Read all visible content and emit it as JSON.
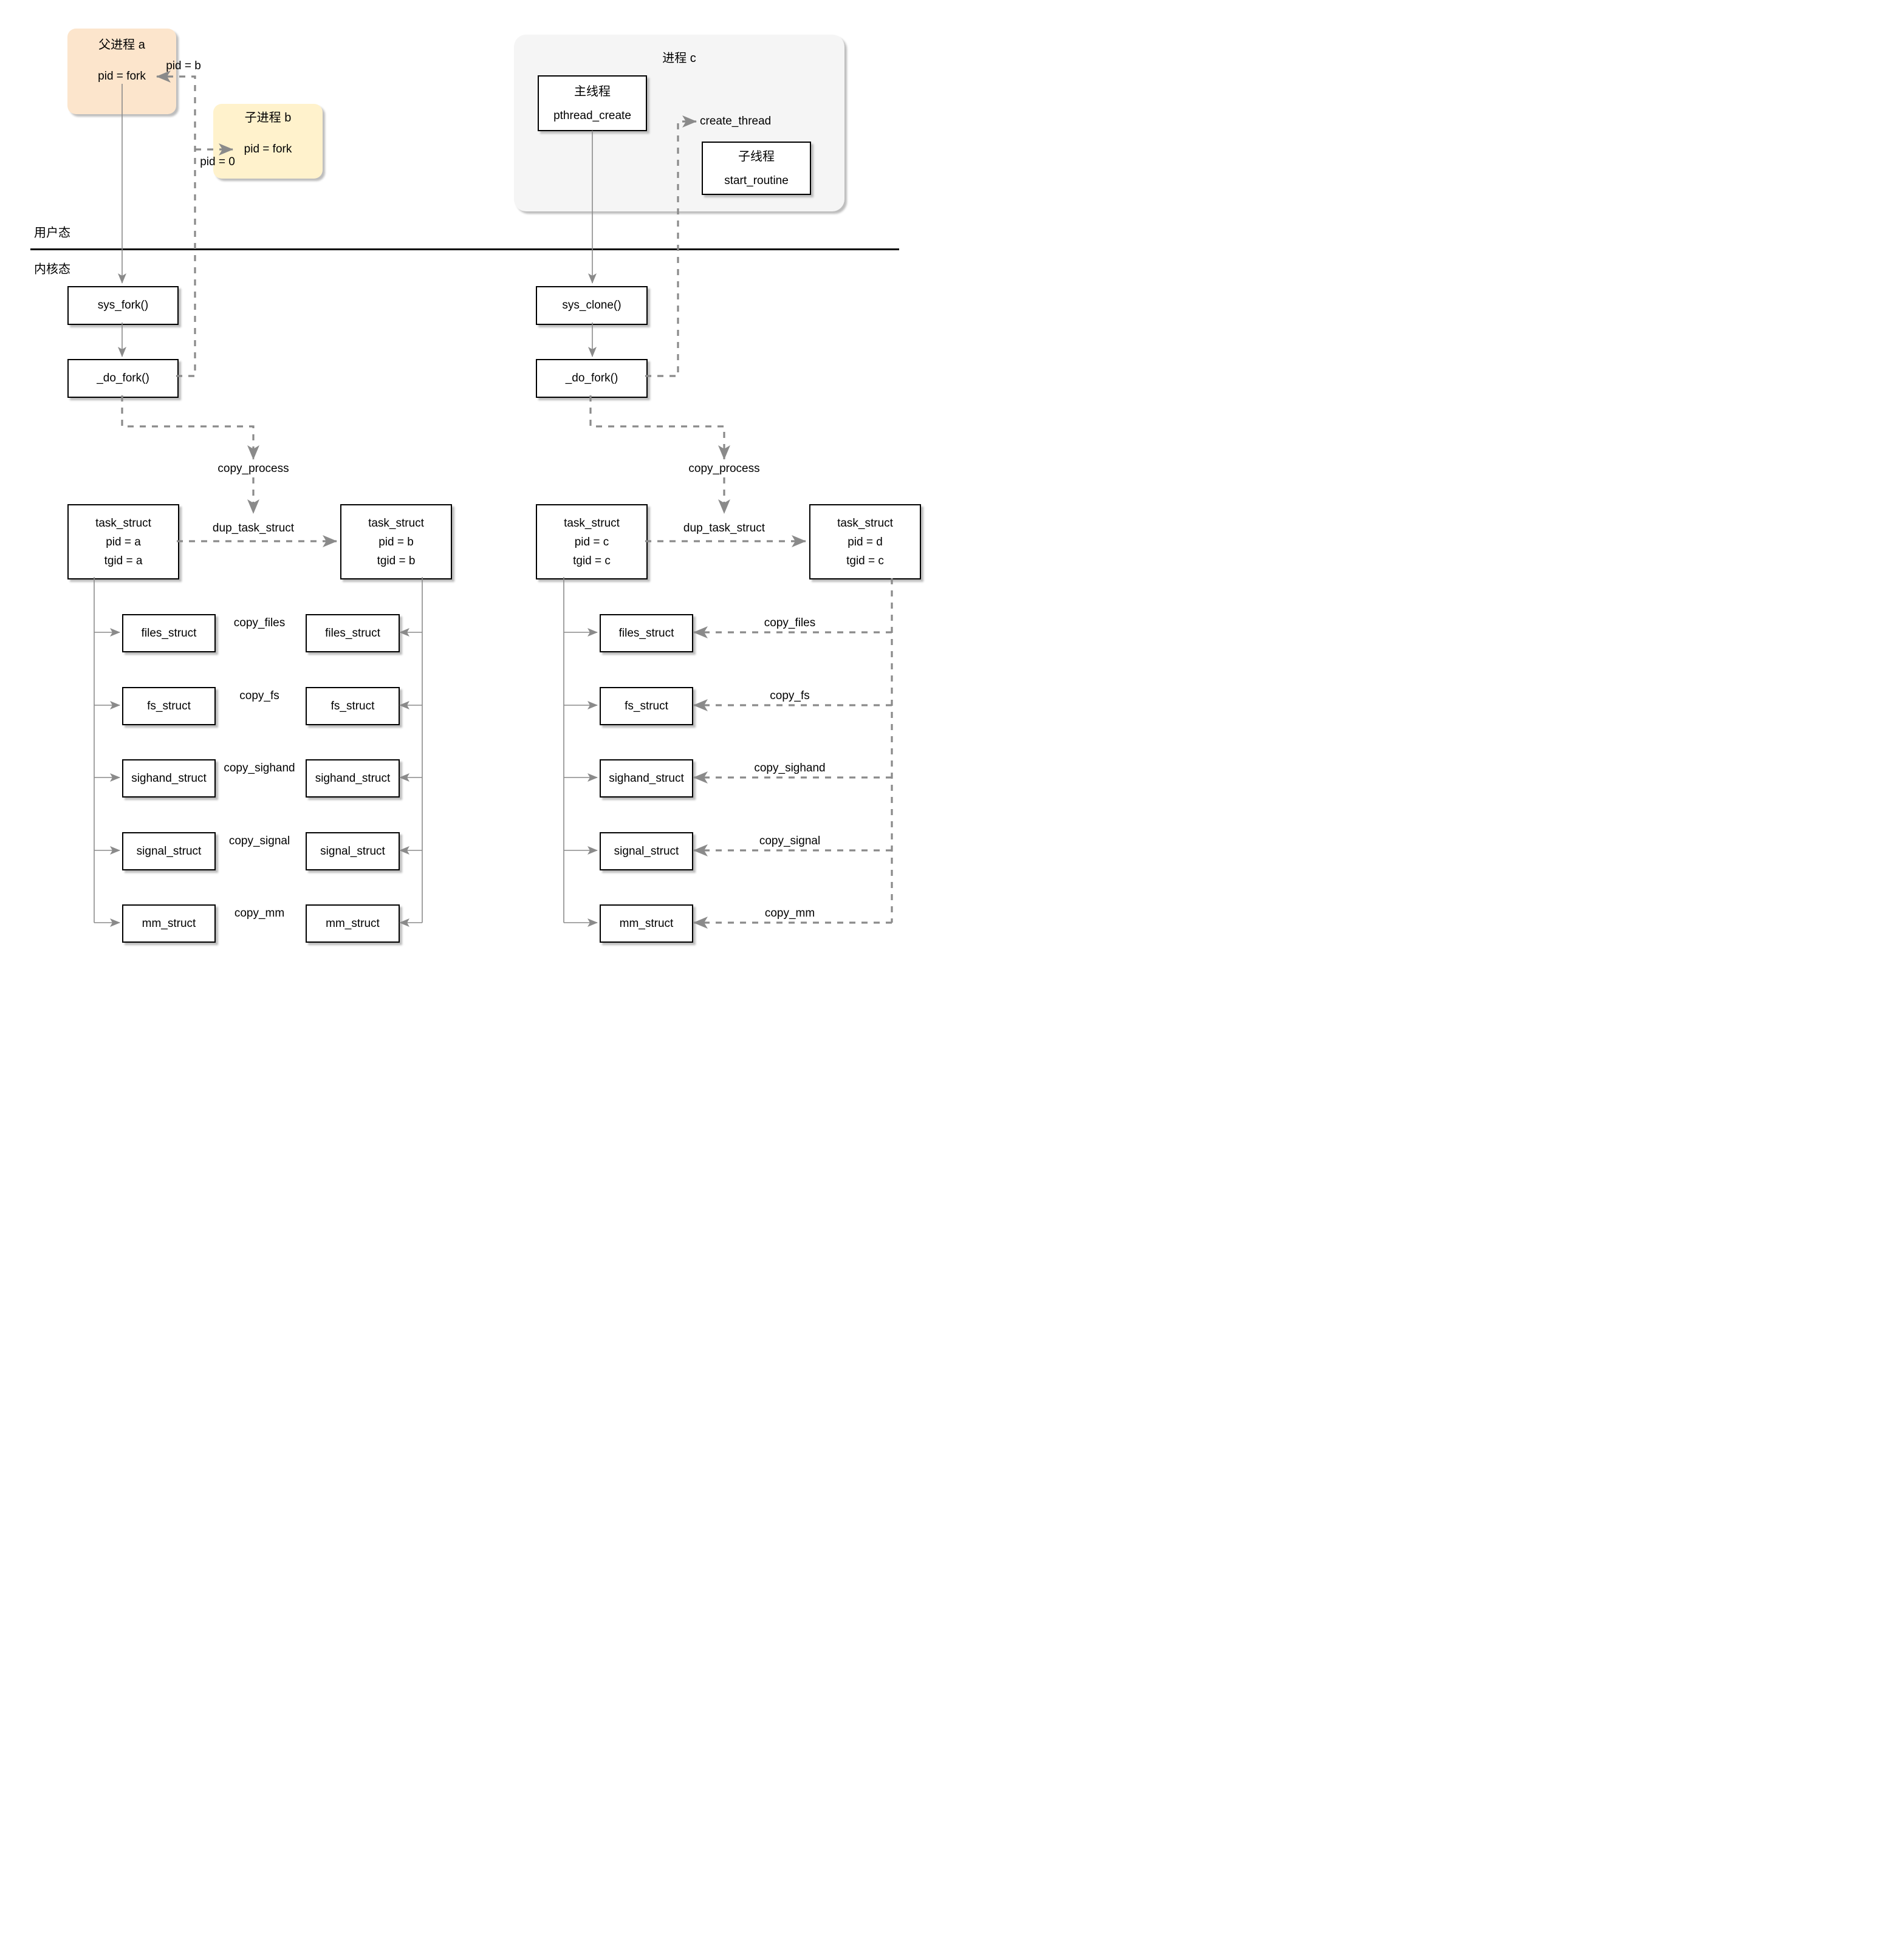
{
  "labels": {
    "user_mode": "用户态",
    "kernel_mode": "内核态"
  },
  "colors": {
    "parent_box_fill": "#fce5cc",
    "child_box_fill": "#fff2cc",
    "process_box_fill": "#f5f5f5",
    "connector_gray": "#8a8a8a"
  },
  "left": {
    "parent": {
      "title": "父进程 a",
      "value": "pid = fork"
    },
    "child": {
      "title": "子进程 b",
      "value": "pid = fork"
    },
    "pid_b": "pid = b",
    "pid_0": "pid = 0",
    "sys_fork": "sys_fork()",
    "do_fork": "_do_fork()",
    "copy_process": "copy_process",
    "dup_task_struct": "dup_task_struct",
    "task_parent": {
      "title": "task_struct",
      "pid": "pid = a",
      "tgid": "tgid = a"
    },
    "task_child": {
      "title": "task_struct",
      "pid": "pid = b",
      "tgid": "tgid = b"
    }
  },
  "right": {
    "process_title": "进程 c",
    "main_thread": {
      "title": "主线程",
      "value": "pthread_create"
    },
    "sub_thread": {
      "title": "子线程",
      "value": "start_routine"
    },
    "create_thread": "create_thread",
    "sys_clone": "sys_clone()",
    "do_fork": "_do_fork()",
    "copy_process": "copy_process",
    "dup_task_struct": "dup_task_struct",
    "task_main": {
      "title": "task_struct",
      "pid": "pid = c",
      "tgid": "tgid = c"
    },
    "task_thread": {
      "title": "task_struct",
      "pid": "pid = d",
      "tgid": "tgid = c"
    }
  },
  "structs": [
    {
      "name": "files_struct",
      "copy": "copy_files"
    },
    {
      "name": "fs_struct",
      "copy": "copy_fs"
    },
    {
      "name": "sighand_struct",
      "copy": "copy_sighand"
    },
    {
      "name": "signal_struct",
      "copy": "copy_signal"
    },
    {
      "name": "mm_struct",
      "copy": "copy_mm"
    }
  ]
}
